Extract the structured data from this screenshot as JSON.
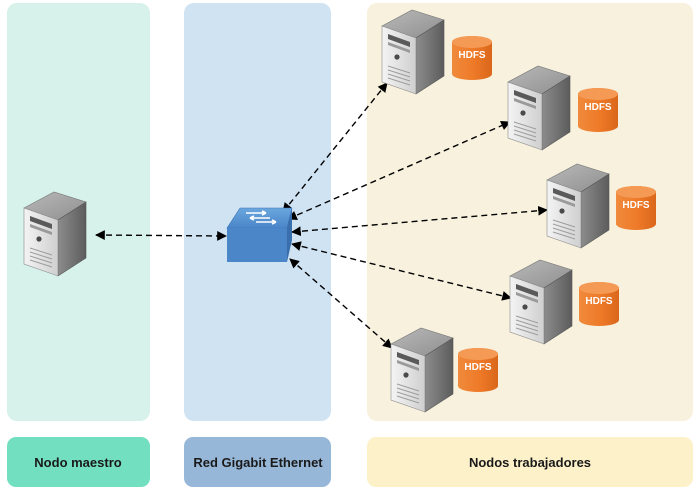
{
  "colors": {
    "master_panel": "#d6f2ea",
    "network_panel": "#cfe3f3",
    "workers_panel": "#f7f1dd",
    "master_label": "#72dfc0",
    "network_label": "#97b7d8",
    "workers_label": "#fdf1c9",
    "hdfs": "#ef7a2b",
    "switch": "#4a86c8",
    "connector": "#000000"
  },
  "labels": {
    "master": "Nodo maestro",
    "network": "Red Gigabit Ethernet",
    "workers": "Nodos trabajadores"
  },
  "master": {
    "icon": "server-icon"
  },
  "network": {
    "icon": "switch-icon"
  },
  "workers": [
    {
      "icon": "server-icon",
      "storage_icon": "database-cylinder-icon",
      "storage_label": "HDFS"
    },
    {
      "icon": "server-icon",
      "storage_icon": "database-cylinder-icon",
      "storage_label": "HDFS"
    },
    {
      "icon": "server-icon",
      "storage_icon": "database-cylinder-icon",
      "storage_label": "HDFS"
    },
    {
      "icon": "server-icon",
      "storage_icon": "database-cylinder-icon",
      "storage_label": "HDFS"
    },
    {
      "icon": "server-icon",
      "storage_icon": "database-cylinder-icon",
      "storage_label": "HDFS"
    }
  ],
  "connections": [
    {
      "from": "master",
      "to": "switch",
      "style": "dashed",
      "arrows": "both"
    },
    {
      "from": "switch",
      "to": "worker-1",
      "style": "dashed",
      "arrows": "both"
    },
    {
      "from": "switch",
      "to": "worker-2",
      "style": "dashed",
      "arrows": "both"
    },
    {
      "from": "switch",
      "to": "worker-3",
      "style": "dashed",
      "arrows": "both"
    },
    {
      "from": "switch",
      "to": "worker-4",
      "style": "dashed",
      "arrows": "both"
    },
    {
      "from": "switch",
      "to": "worker-5",
      "style": "dashed",
      "arrows": "both"
    }
  ]
}
